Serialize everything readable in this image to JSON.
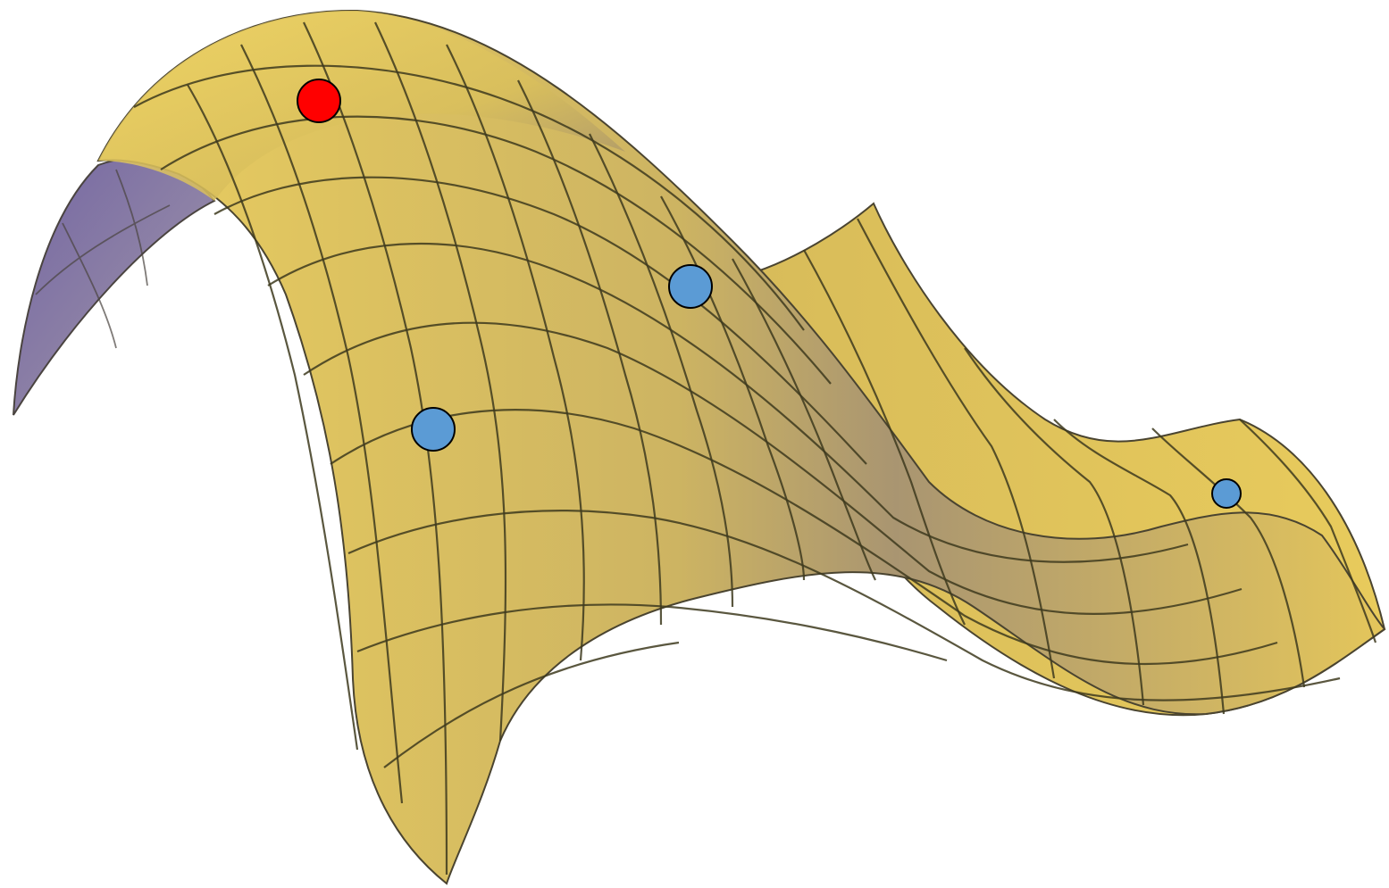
{
  "figure": {
    "surface_color": "#e6c95a",
    "surface_shadow_color": "#8f7f6d",
    "underside_color": "#8c7fae",
    "grid_line_color": "#3e3a1e",
    "markers": [
      {
        "name": "global-maximum",
        "color": "#ff0000"
      },
      {
        "name": "local-optimum-1",
        "color": "#5b9bd5"
      },
      {
        "name": "local-optimum-2",
        "color": "#5b9bd5"
      },
      {
        "name": "local-optimum-3",
        "color": "#5b9bd5"
      }
    ]
  }
}
